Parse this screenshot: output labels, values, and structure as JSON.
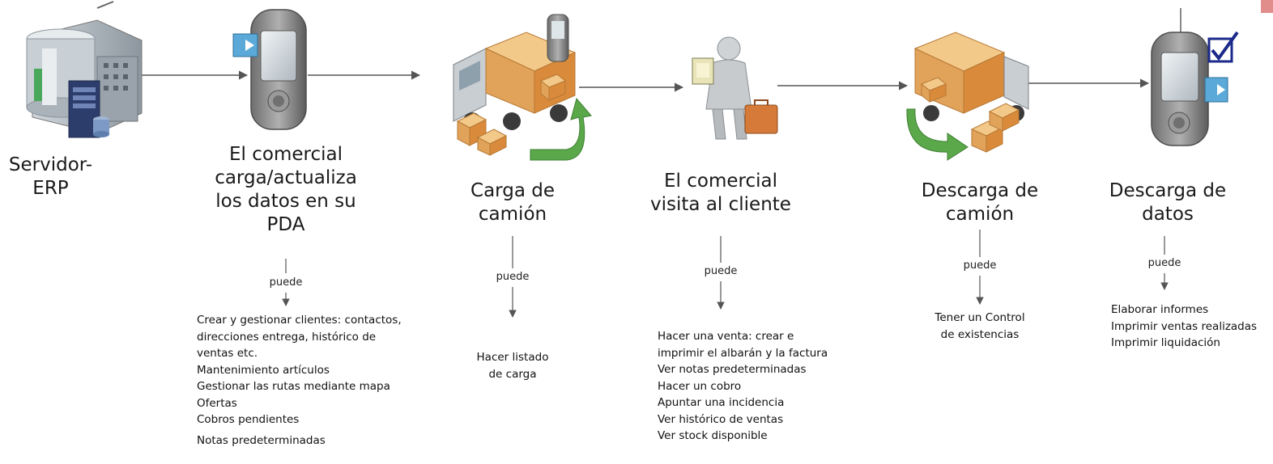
{
  "steps": [
    {
      "id": "erp",
      "title_lines": [
        "Servidor-",
        "ERP"
      ],
      "connector": "",
      "items": []
    },
    {
      "id": "pda-load",
      "title_lines": [
        "El comercial",
        "carga/actualiza",
        "los datos en su",
        "PDA"
      ],
      "connector": "puede",
      "items": [
        "Crear y gestionar clientes: contactos,",
        "direcciones entrega, histórico de",
        "ventas etc.",
        "Mantenimiento artículos",
        "Gestionar las rutas mediante mapa",
        "Ofertas",
        "Cobros pendientes",
        "Notas predeterminadas"
      ]
    },
    {
      "id": "truck-load",
      "title_lines": [
        "Carga de",
        "camión"
      ],
      "connector": "puede",
      "items": [
        "Hacer listado",
        "de carga"
      ]
    },
    {
      "id": "visit",
      "title_lines": [
        "El comercial",
        "visita al cliente"
      ],
      "connector": "puede",
      "items": [
        "Hacer una venta: crear e",
        "imprimir el albarán y la factura",
        "Ver notas predeterminadas",
        "Hacer un cobro",
        "Apuntar una incidencia",
        "Ver histórico de ventas",
        "Ver stock disponible"
      ]
    },
    {
      "id": "truck-unload",
      "title_lines": [
        "Descarga de",
        "camión"
      ],
      "connector": "puede",
      "items": [
        "Tener un Control",
        "de existencias"
      ]
    },
    {
      "id": "data-unload",
      "title_lines": [
        "Descarga de",
        "datos"
      ],
      "connector": "puede",
      "items": [
        "Elaborar informes",
        "Imprimir ventas realizadas",
        "Imprimir liquidación"
      ]
    }
  ],
  "colors": {
    "line": "#555555",
    "box_top": "#f3c98a",
    "box_side": "#d98a3a",
    "green_arrow": "#5aa84a",
    "pda_body": "#8a8a8a",
    "screen": "#dfe6ea",
    "blue": "#3b7fc4",
    "check_navy": "#1b2a8a"
  }
}
